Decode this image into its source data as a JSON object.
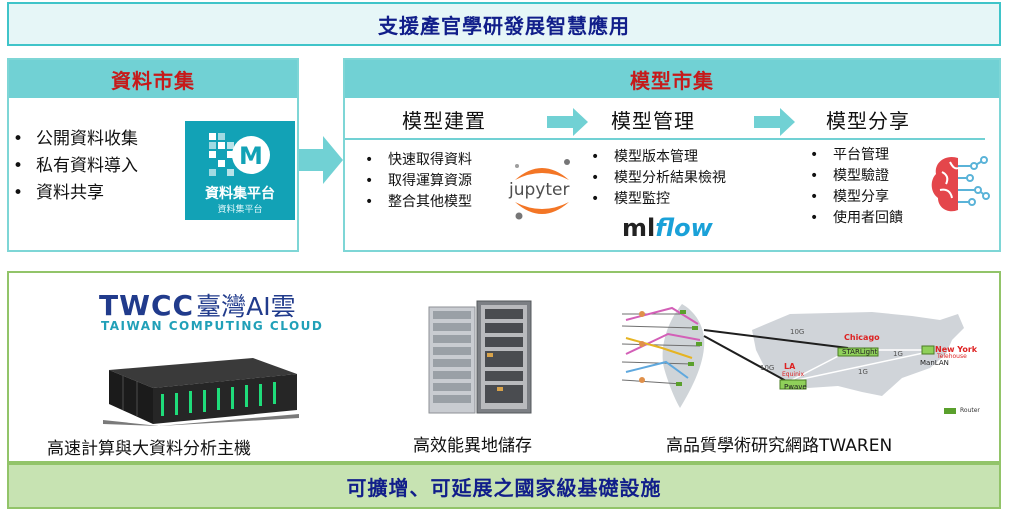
{
  "header": {
    "title": "支援產官學研發展智慧應用"
  },
  "data_market": {
    "title": "資料市集",
    "items": [
      "公開資料收集",
      "私有資料導入",
      "資料共享"
    ],
    "logo": {
      "name": "資料集平台",
      "subtitle": "資料集平台",
      "icon": "data-platform-icon"
    }
  },
  "model_market": {
    "title": "模型市集",
    "stages": [
      {
        "title": "模型建置",
        "items": [
          "快速取得資料",
          "取得運算資源",
          "整合其他模型"
        ]
      },
      {
        "title": "模型管理",
        "items": [
          "模型版本管理",
          "模型分析結果檢視",
          "模型監控"
        ]
      },
      {
        "title": "模型分享",
        "items": [
          "平台管理",
          "模型驗證",
          "模型分享",
          "使用者回饋"
        ]
      }
    ],
    "logos": {
      "jupyter": "jupyter",
      "mlflow_ml": "ml",
      "mlflow_flow": "flow"
    }
  },
  "infrastructure": {
    "twcc": {
      "brand": "TWCC",
      "brand_zh": "臺灣AI雲",
      "subtitle": "TAIWAN COMPUTING CLOUD"
    },
    "items": [
      {
        "caption": "高速計算與大資料分析主機"
      },
      {
        "caption": "高效能異地儲存"
      },
      {
        "caption": "高品質學術研究網路TWAREN"
      }
    ],
    "map_labels": {
      "chicago": "Chicago",
      "starlight": "STARLight",
      "newyork": "New York",
      "telehouse": "Telehouse",
      "manlan": "ManLAN",
      "la": "LA",
      "equinix": "Equinix",
      "pwave": "Pwave",
      "router": "Router",
      "link_10g_a": "10G",
      "link_10g_b": "10G",
      "link_1g_a": "1G",
      "link_1g_b": "1G"
    },
    "footer": "可擴增、可延展之國家級基礎設施"
  },
  "colors": {
    "teal": "#71d1d4",
    "teal_border": "#3fc4c9",
    "navy": "#111e8a",
    "red": "#c61a1a",
    "green_border": "#92c469",
    "green_fill": "#c7e3b2"
  }
}
